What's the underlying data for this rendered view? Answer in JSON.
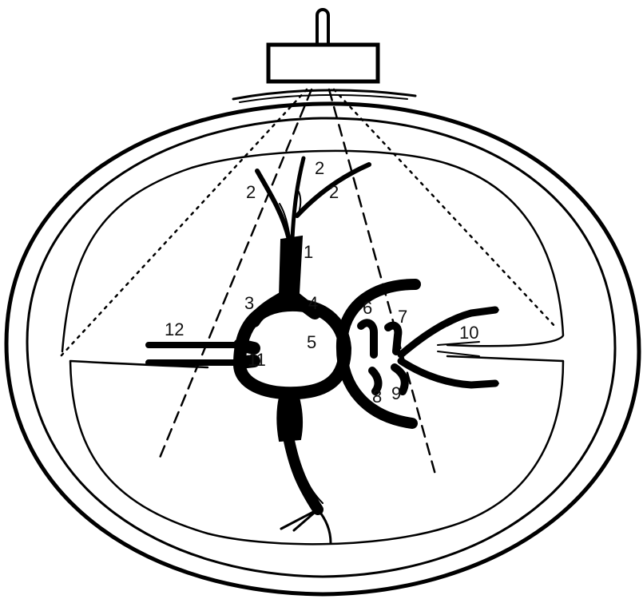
{
  "diagram": {
    "labels": {
      "l1": "1",
      "l2a": "2",
      "l2b": "2",
      "l2c": "2",
      "l3": "3",
      "l4": "4",
      "l5": "5",
      "l6": "6",
      "l7": "7",
      "l8": "8",
      "l9": "9",
      "l10": "10",
      "l11": "11",
      "l12": "12"
    },
    "colors": {
      "ink": "#000000",
      "background": "#ffffff"
    }
  }
}
